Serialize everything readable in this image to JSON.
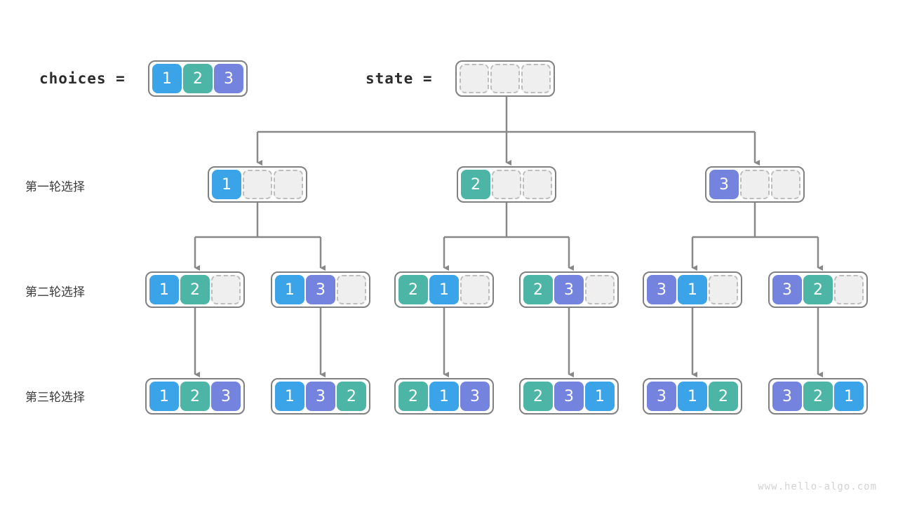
{
  "header": {
    "choices_label": "choices =",
    "state_label": "state ="
  },
  "rows": [
    {
      "label": "第一轮选择"
    },
    {
      "label": "第二轮选择"
    },
    {
      "label": "第三轮选择"
    }
  ],
  "colors": {
    "value_1": "#3ba3e8",
    "value_2": "#4cb5a5",
    "value_3": "#7484de",
    "border": "#808080",
    "empty_fill": "#efefef",
    "empty_border": "#bdbdbd",
    "wire": "#888888",
    "text": "#2b2b2b"
  },
  "choices_array": [
    "1",
    "2",
    "3"
  ],
  "state_array": [
    "",
    "",
    ""
  ],
  "round1": [
    {
      "cells": [
        "1",
        "",
        ""
      ]
    },
    {
      "cells": [
        "2",
        "",
        ""
      ]
    },
    {
      "cells": [
        "3",
        "",
        ""
      ]
    }
  ],
  "round2": [
    {
      "cells": [
        "1",
        "2",
        ""
      ]
    },
    {
      "cells": [
        "1",
        "3",
        ""
      ]
    },
    {
      "cells": [
        "2",
        "1",
        ""
      ]
    },
    {
      "cells": [
        "2",
        "3",
        ""
      ]
    },
    {
      "cells": [
        "3",
        "1",
        ""
      ]
    },
    {
      "cells": [
        "3",
        "2",
        ""
      ]
    }
  ],
  "round3": [
    {
      "cells": [
        "1",
        "2",
        "3"
      ]
    },
    {
      "cells": [
        "1",
        "3",
        "2"
      ]
    },
    {
      "cells": [
        "2",
        "1",
        "3"
      ]
    },
    {
      "cells": [
        "2",
        "3",
        "1"
      ]
    },
    {
      "cells": [
        "3",
        "1",
        "2"
      ]
    },
    {
      "cells": [
        "3",
        "2",
        "1"
      ]
    }
  ],
  "watermark": "www.hello-algo.com"
}
